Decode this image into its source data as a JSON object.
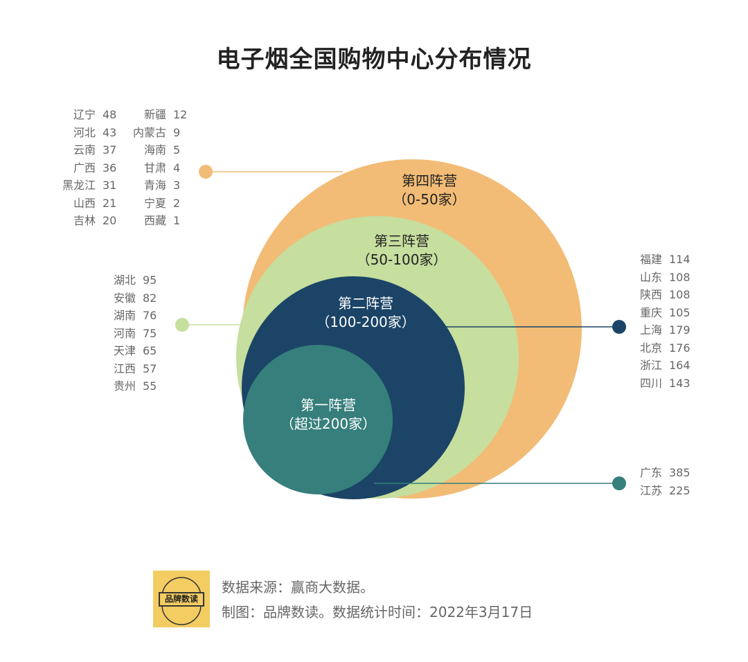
{
  "title": "电子烟全国购物中心分布情况",
  "colors": {
    "tier4": "#F2BC76",
    "tier3": "#C6DE9E",
    "tier2": "#1B4466",
    "tier1": "#367F7C"
  },
  "tiers": [
    {
      "name": "第四阵营",
      "range": "（0-50家）"
    },
    {
      "name": "第三阵营",
      "range": "（50-100家）"
    },
    {
      "name": "第二阵营",
      "range": "（100-200家）"
    },
    {
      "name": "第一阵营",
      "range": "（超过200家）"
    }
  ],
  "tier4_col1": [
    {
      "p": "辽宁",
      "v": "48"
    },
    {
      "p": "河北",
      "v": "43"
    },
    {
      "p": "云南",
      "v": "37"
    },
    {
      "p": "广西",
      "v": "36"
    },
    {
      "p": "黑龙江",
      "v": "31"
    },
    {
      "p": "山西",
      "v": "21"
    },
    {
      "p": "吉林",
      "v": "20"
    }
  ],
  "tier4_col2": [
    {
      "p": "新疆",
      "v": "12"
    },
    {
      "p": "内蒙古",
      "v": "9"
    },
    {
      "p": "海南",
      "v": "5"
    },
    {
      "p": "甘肃",
      "v": "4"
    },
    {
      "p": "青海",
      "v": "3"
    },
    {
      "p": "宁夏",
      "v": "2"
    },
    {
      "p": "西藏",
      "v": "1"
    }
  ],
  "tier3_list": [
    {
      "p": "湖北",
      "v": "95"
    },
    {
      "p": "安徽",
      "v": "82"
    },
    {
      "p": "湖南",
      "v": "76"
    },
    {
      "p": "河南",
      "v": "75"
    },
    {
      "p": "天津",
      "v": "65"
    },
    {
      "p": "江西",
      "v": "57"
    },
    {
      "p": "贵州",
      "v": "55"
    }
  ],
  "tier2_list": [
    {
      "p": "福建",
      "v": "114"
    },
    {
      "p": "山东",
      "v": "108"
    },
    {
      "p": "陕西",
      "v": "108"
    },
    {
      "p": "重庆",
      "v": "105"
    },
    {
      "p": "上海",
      "v": "179"
    },
    {
      "p": "北京",
      "v": "176"
    },
    {
      "p": "浙江",
      "v": "164"
    },
    {
      "p": "四川",
      "v": "143"
    }
  ],
  "tier1_list": [
    {
      "p": "广东",
      "v": "385"
    },
    {
      "p": "江苏",
      "v": "225"
    }
  ],
  "footer": {
    "source": "数据来源：赢商大数据。",
    "credit": "制图：品牌数读。数据统计时间：2022年3月17日",
    "logo_text": "品牌数读"
  }
}
